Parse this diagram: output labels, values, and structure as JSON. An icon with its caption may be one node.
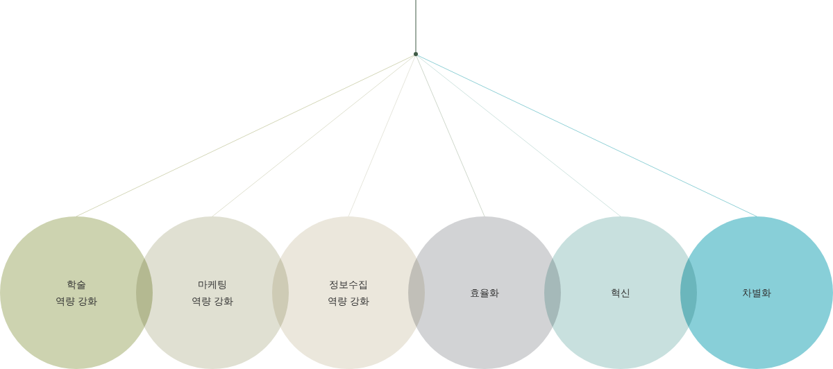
{
  "diagram": {
    "nodes": [
      {
        "text": [],
        "shape": "circle"
      },
      {
        "text": [
          "학술 역량 강화"
        ]
      },
      {
        "text": [
          "마케팅 역량 강화"
        ]
      },
      {
        "text": [
          "정보수집 역량 강화"
        ]
      },
      {
        "text": [
          "효율화"
        ]
      },
      {
        "text": [
          "혁신"
        ]
      },
      {
        "text": [
          "차별화"
        ]
      }
    ],
    "edges": [
      {
        "from": null,
        "to": 0,
        "arrow": "none",
        "color": "#3e5a45"
      },
      {
        "from": 0,
        "to": 1,
        "arrow": "none",
        "color": "#d4d7b8"
      },
      {
        "from": 0,
        "to": 2,
        "arrow": "none",
        "color": "#dfe0cf"
      },
      {
        "from": 0,
        "to": 3,
        "arrow": "none",
        "color": "#e6e6dc"
      },
      {
        "from": 0,
        "to": 4,
        "arrow": "none",
        "color": "#cfd8cc"
      },
      {
        "from": 0,
        "to": 5,
        "arrow": "none",
        "color": "#cfe3df"
      },
      {
        "from": 0,
        "to": 6,
        "arrow": "none",
        "color": "#8fd0d6"
      }
    ]
  }
}
